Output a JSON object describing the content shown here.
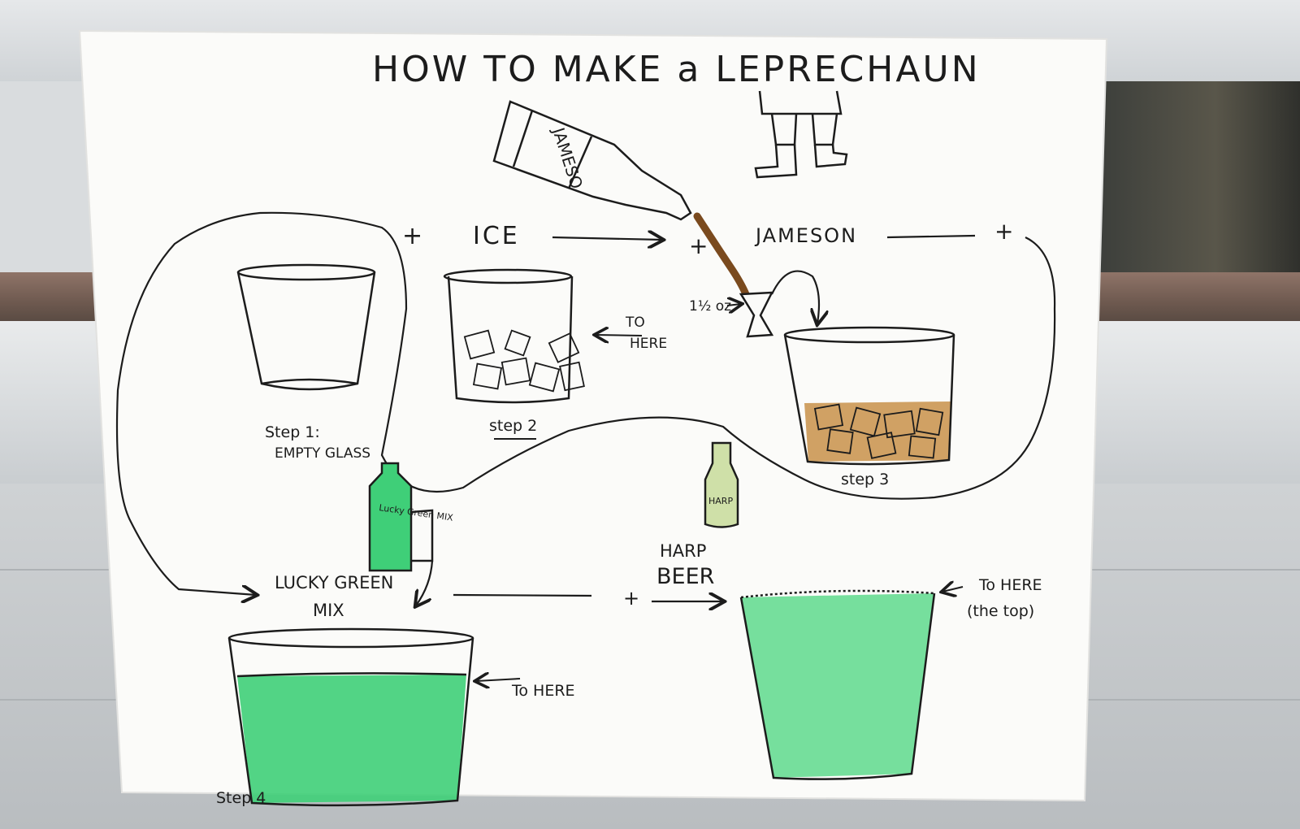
{
  "title": "HOW TO MAKE a LEPRECHAUN",
  "labels": {
    "plus_ice": "+",
    "ice": "ICE",
    "plus_jameson": "+",
    "jameson": "JAMESON",
    "plus_end": "+",
    "bottle_label": "JAMESO",
    "measure": "1½ oz.",
    "to_here_1": "TO",
    "to_here_1b": "HERE",
    "step1": "Step 1:",
    "step1b": "EMPTY GLASS",
    "step2": "step 2",
    "step3": "step 3",
    "lucky_bottle": "Lucky Green MIX",
    "lucky_green": "LUCKY GREEN",
    "lucky_mix": "MIX",
    "harp_bottle": "HARP",
    "harp": "HARP",
    "beer": "BEER",
    "plus_harp": "+",
    "to_here_2": "To HERE",
    "step4": "Step 4",
    "to_here_3": "To HERE",
    "to_here_3b": "(the top)"
  },
  "colors": {
    "ink": "#1c1c1c",
    "green": "#3fcf78",
    "green_light": "#6fdd98",
    "whiskey": "#c8904a",
    "whiskey_stream": "#7a4a1e",
    "harp_bottle": "#cfe0a8",
    "paper": "#fbfbf9"
  }
}
